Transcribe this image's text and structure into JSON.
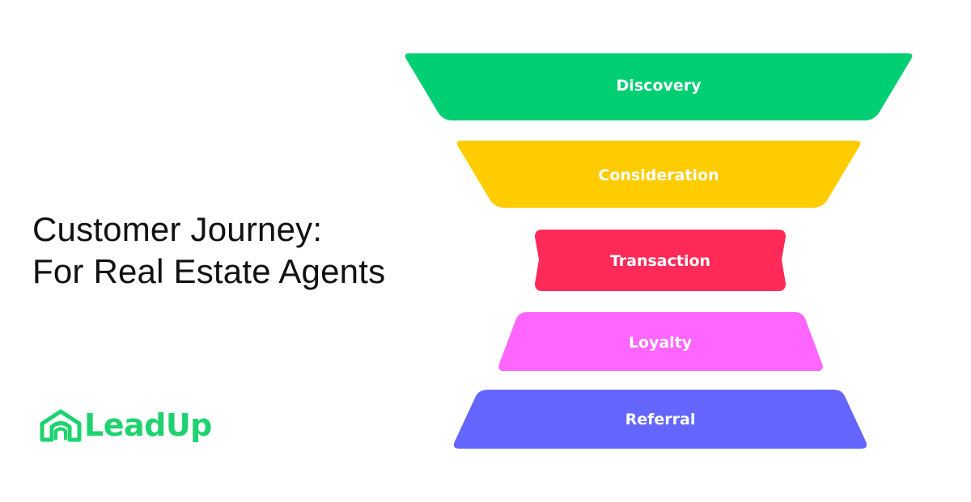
{
  "heading": {
    "line1": "Customer Journey:",
    "line2": "For Real Estate Agents"
  },
  "brand": {
    "name": "LeadUp",
    "icon": "house-icon",
    "color": "#1ed36f"
  },
  "funnel": {
    "stages": [
      {
        "label": "Discovery",
        "color": "#00ce73"
      },
      {
        "label": "Consideration",
        "color": "#ffcc00"
      },
      {
        "label": "Transaction",
        "color": "#ff2a58"
      },
      {
        "label": "Loyalty",
        "color": "#ff66ff"
      },
      {
        "label": "Referral",
        "color": "#6466ff"
      }
    ]
  }
}
